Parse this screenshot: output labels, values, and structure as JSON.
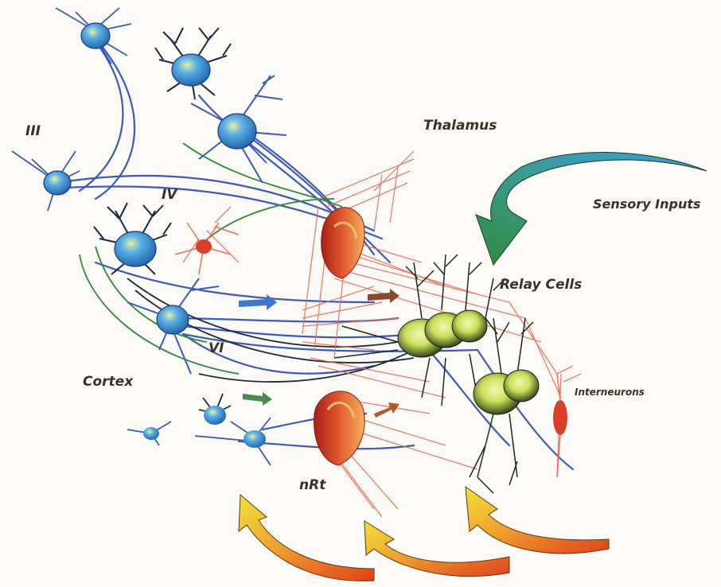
{
  "labels": {
    "layer_iii": "III",
    "layer_iv": "IV",
    "layer_vi": "VI",
    "thalamus": "Thalamus",
    "sensory_inputs": "Sensory Inputs",
    "relay_cells": "Relay Cells",
    "interneurons": "Interneurons",
    "cortex": "Cortex",
    "nrt": "nRt"
  },
  "colors": {
    "background": "#fbfaf6",
    "cortical_neuron": "#2f8fd0",
    "cortical_axon": "#3c5ab8",
    "nrt_neuron": "#d8402a",
    "nrt_dendrite": "#e8705a",
    "relay_cell": "#c9e05a",
    "relay_dendrite": "#1a2a1a",
    "green_fiber": "#2f8a3a",
    "sensory_arrow_green": "#2f8a3a",
    "sensory_arrow_blue": "#3aa0d8",
    "bottom_arrow_yellow": "#f2e23a",
    "bottom_arrow_red": "#e0401a"
  }
}
